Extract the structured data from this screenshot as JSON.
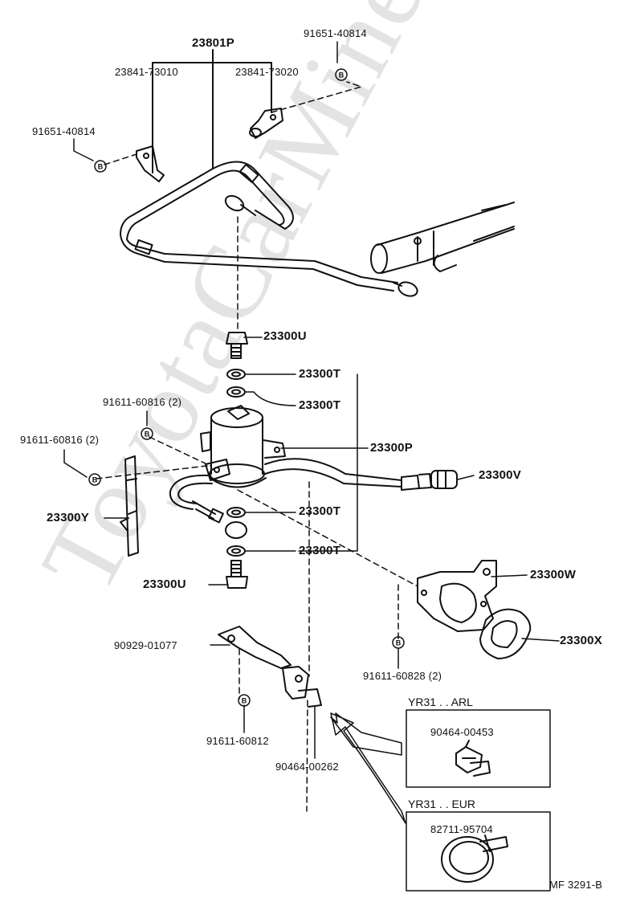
{
  "watermark": "ToyotaCarMine.ru",
  "callouts": {
    "pipe_assy": "23801P",
    "clamp_left": "23841-73010",
    "clamp_right": "23841-73020",
    "bolt_top_right": "91651-40814",
    "bolt_top_left": "91651-40814",
    "union_bolt_top": "23300U",
    "gasket_1": "23300T",
    "gasket_2": "23300T",
    "bolt_filter_upper": "91611-60816 (2)",
    "bolt_filter_left": "91611-60816 (2)",
    "fuel_filter": "23300P",
    "hose": "23300V",
    "bracket_left": "23300Y",
    "gasket_3": "23300T",
    "gasket_4": "23300T",
    "union_bolt_bottom": "23300U",
    "filter_bracket": "23300W",
    "bracket_gasket": "23300X",
    "clamp_lower": "90929-01077",
    "bolt_bracket": "91611-60828 (2)",
    "bolt_clamp": "91611-60812",
    "clip_lower": "90464-00262"
  },
  "bolt_marker": "B",
  "inset_arl": {
    "title": "YR31 . . ARL",
    "part": "90464-00453"
  },
  "inset_eur": {
    "title": "YR31 . . EUR",
    "part": "82711-95704"
  },
  "figure_code": "MF 3291-B"
}
